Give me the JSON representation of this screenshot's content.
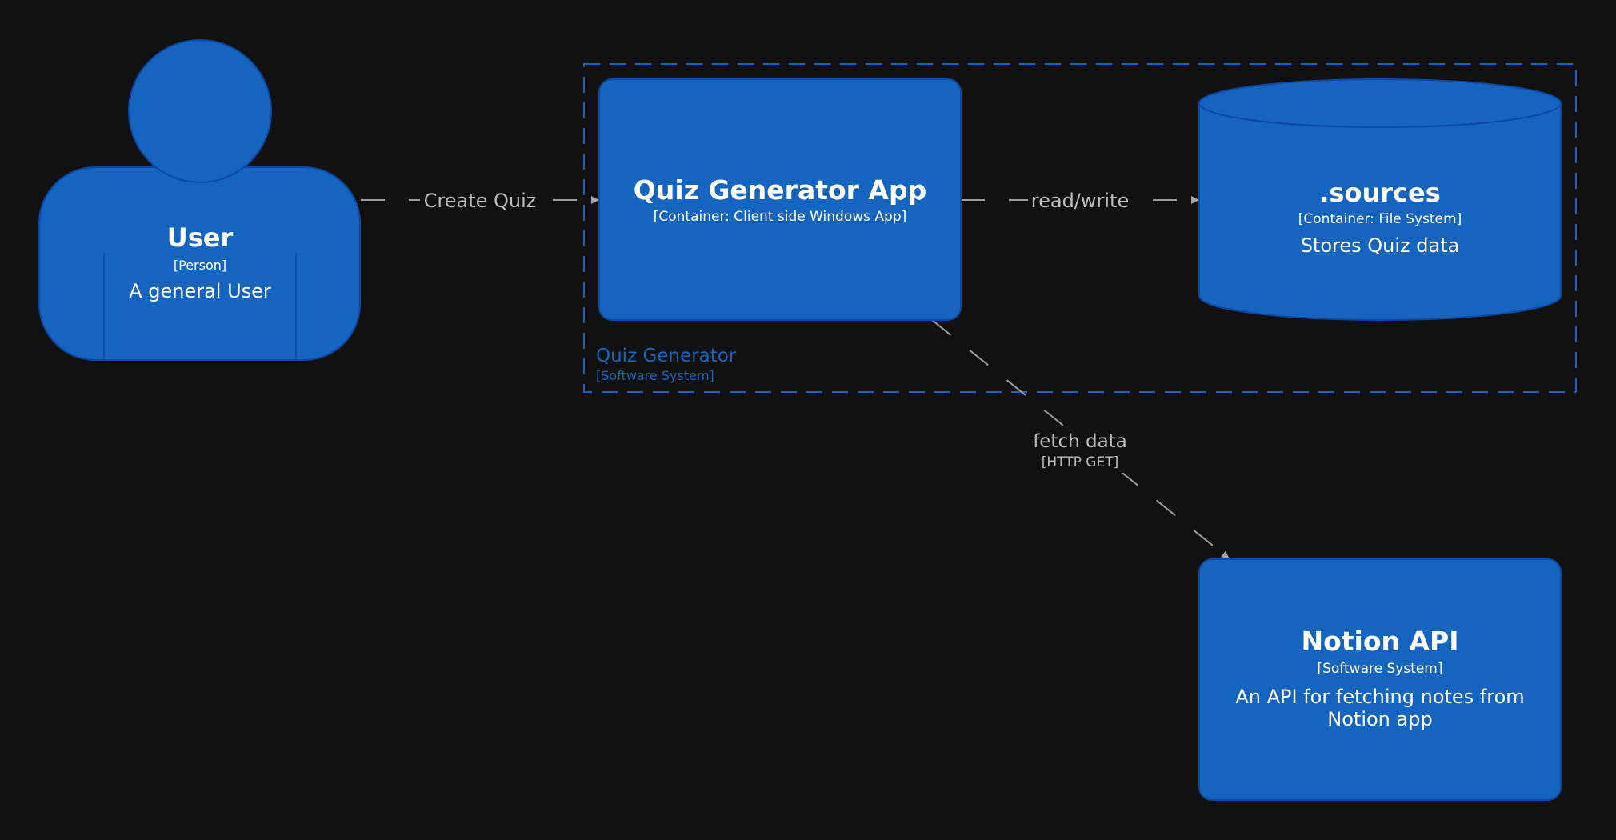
{
  "colors": {
    "background": "#111111",
    "element_fill": "#1565c0",
    "element_stroke": "#0d47a1",
    "relationship": "#9e9e9e",
    "text": "#ffffff",
    "boundary": "#1565c0"
  },
  "boundary": {
    "name": "Quiz Generator",
    "type": "[Software System]"
  },
  "person": {
    "icon": "person-shape",
    "name": "User",
    "type": "[Person]",
    "description": "A general User"
  },
  "quiz_app": {
    "name": "Quiz Generator App",
    "type": "[Container: Client side Windows App]"
  },
  "sources": {
    "icon": "database-cylinder",
    "name": ".sources",
    "type": "[Container: File System]",
    "description": "Stores Quiz data"
  },
  "notion_api": {
    "name": "Notion API",
    "type": "[Software System]",
    "description_line1": "An API for fetching notes from",
    "description_line2": "Notion app"
  },
  "relationships": {
    "create_quiz": {
      "label": "Create Quiz"
    },
    "read_write": {
      "label": "read/write"
    },
    "fetch_data": {
      "label": "fetch data",
      "technology": "[HTTP GET]"
    }
  }
}
